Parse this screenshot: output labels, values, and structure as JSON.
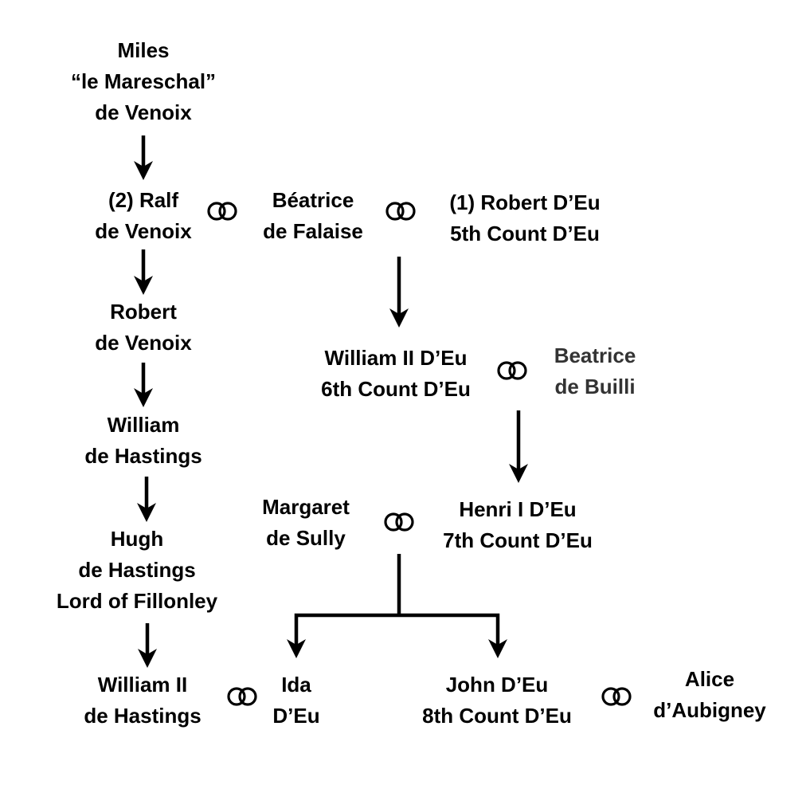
{
  "title": "Family tree: de Venoix / de Hastings / D'Eu",
  "colors": {
    "text": "#000000",
    "muted_text": "#333333",
    "lines": "#000000",
    "background": "#ffffff"
  },
  "people": [
    {
      "id": "miles",
      "lines": [
        "Miles",
        "“le Mareschal”",
        "de Venoix"
      ]
    },
    {
      "id": "ralf",
      "lines": [
        "(2) Ralf",
        "de Venoix"
      ]
    },
    {
      "id": "beatrice-falaise",
      "lines": [
        "Béatrice",
        "de Falaise"
      ]
    },
    {
      "id": "robert-deu",
      "lines": [
        "(1) Robert D’Eu",
        "5th Count D’Eu"
      ]
    },
    {
      "id": "robert-venoix",
      "lines": [
        "Robert",
        "de Venoix"
      ]
    },
    {
      "id": "william-ii-deu",
      "lines": [
        "William II D’Eu",
        "6th Count D’Eu"
      ]
    },
    {
      "id": "beatrice-builli",
      "lines": [
        "Beatrice",
        "de Builli"
      ],
      "muted": true
    },
    {
      "id": "william-hastings",
      "lines": [
        "William",
        "de Hastings"
      ]
    },
    {
      "id": "margaret-sully",
      "lines": [
        "Margaret",
        "de Sully"
      ]
    },
    {
      "id": "henri-deu",
      "lines": [
        "Henri I D’Eu",
        "7th Count D’Eu"
      ]
    },
    {
      "id": "hugh-hastings",
      "lines": [
        "Hugh",
        "de Hastings",
        "Lord of Fillonley"
      ]
    },
    {
      "id": "william-ii-hastings",
      "lines": [
        "William II",
        "de Hastings"
      ]
    },
    {
      "id": "ida-deu",
      "lines": [
        "Ida",
        "D’Eu"
      ]
    },
    {
      "id": "john-deu",
      "lines": [
        "John D’Eu",
        "8th Count D’Eu"
      ]
    },
    {
      "id": "alice-aubigney",
      "lines": [
        "Alice",
        "d’Aubigney"
      ]
    }
  ],
  "marriages": [
    {
      "a": "ralf",
      "b": "beatrice-falaise",
      "icon": "marriage-rings-icon"
    },
    {
      "a": "beatrice-falaise",
      "b": "robert-deu",
      "icon": "marriage-rings-icon"
    },
    {
      "a": "william-ii-deu",
      "b": "beatrice-builli",
      "icon": "marriage-rings-icon"
    },
    {
      "a": "margaret-sully",
      "b": "henri-deu",
      "icon": "marriage-rings-icon"
    },
    {
      "a": "william-ii-hastings",
      "b": "ida-deu",
      "icon": "marriage-rings-icon"
    },
    {
      "a": "john-deu",
      "b": "alice-aubigney",
      "icon": "marriage-rings-icon"
    }
  ],
  "descents": [
    {
      "from": "miles",
      "to": "ralf"
    },
    {
      "from": "ralf",
      "to": "robert-venoix"
    },
    {
      "from": "robert-venoix",
      "to": "william-hastings"
    },
    {
      "from": "william-hastings",
      "to": "hugh-hastings"
    },
    {
      "from": "hugh-hastings",
      "to": "william-ii-hastings"
    },
    {
      "from": "beatrice-falaise+robert-deu",
      "to": "william-ii-deu"
    },
    {
      "from": "william-ii-deu+beatrice-builli",
      "to": "henri-deu"
    },
    {
      "from": "margaret-sully+henri-deu",
      "to": [
        "ida-deu",
        "john-deu"
      ]
    }
  ]
}
